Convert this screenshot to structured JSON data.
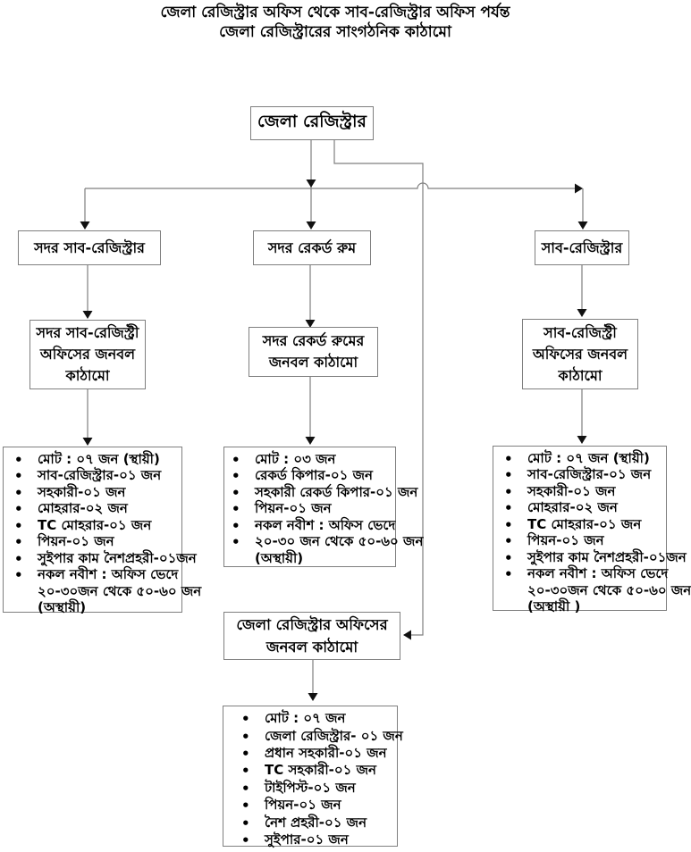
{
  "page": {
    "title": "জেলা রেজিস্ট্রার অফিস থেকে সাব-রেজিস্ট্রার অফিস পর্যন্ত\nজেলা রেজিস্ট্রারের সাংগঠনিক কাঠামো"
  },
  "colors": {
    "background": "#ffffff",
    "text": "#000000",
    "box_border": "#7f7f7f",
    "connector_line": "#7f7f7f",
    "arrowhead": "#111111"
  },
  "boxes": {
    "district_registrar": "জেলা রেজিস্ট্রার",
    "sadar_sub_registrar": "সদর সাব-রেজিস্ট্রার",
    "sadar_record_room": "সদর রেকর্ড রুম",
    "sub_registrar": "সাব-রেজিস্ট্রার",
    "sadar_sub_registry_staff": "সদর সাব-রেজিস্ট্রী\nঅফিসের জনবল\nকাঠামো",
    "sadar_record_room_staff": "সদর রেকর্ড রুমের\nজনবল কাঠামো",
    "sub_registry_staff": "সাব-রেজিস্ট্রী\nঅফিসের জনবল\nকাঠামো",
    "district_registrar_office_staff": "জেলা রেজিস্ট্রার অফিসের\nজনবল কাঠামো"
  },
  "lists": {
    "sadar_sub_registry": {
      "lines": [
        {
          "bullet": true,
          "text": "মোট : ০৭ জন (স্থায়ী)"
        },
        {
          "bullet": true,
          "text": "সাব-রেজিস্ট্রার-০১ জন"
        },
        {
          "bullet": true,
          "text": "সহকারী-০১ জন"
        },
        {
          "bullet": true,
          "text": "মোহরার-০২ জন"
        },
        {
          "bullet": true,
          "text": "TC মোহরার-০১ জন"
        },
        {
          "bullet": true,
          "text": "পিয়ন-০১ জন"
        },
        {
          "bullet": true,
          "text": "সুইপার কাম নৈশপ্রহরী-০১জন"
        },
        {
          "bullet": true,
          "text": "নকল নবীশ : অফিস ভেদে"
        },
        {
          "bullet": false,
          "text": "২০-৩০জন থেকে ৫০-৬০ জন"
        },
        {
          "bullet": false,
          "text": "(অস্থায়ী)"
        }
      ]
    },
    "sadar_record_room": {
      "lines": [
        {
          "bullet": true,
          "text": "মোট : ০৩ জন"
        },
        {
          "bullet": true,
          "text": "রেকর্ড কিপার-০১ জন"
        },
        {
          "bullet": true,
          "text": "সহকারী রেকর্ড কিপার-০১ জন"
        },
        {
          "bullet": true,
          "text": "পিয়ন-০১ জন"
        },
        {
          "bullet": true,
          "text": "নকল নবীশ : অফিস ভেদে"
        },
        {
          "bullet": true,
          "text": "২০-৩০ জন থেকে ৫০-৬০ জন"
        },
        {
          "bullet": false,
          "text": "(অস্থায়ী)"
        }
      ]
    },
    "sub_registry": {
      "lines": [
        {
          "bullet": true,
          "text": "মোট : ০৭ জন (স্থায়ী)"
        },
        {
          "bullet": true,
          "text": "সাব-রেজিস্ট্রার-০১ জন"
        },
        {
          "bullet": true,
          "text": "সহকারী-০১ জন"
        },
        {
          "bullet": true,
          "text": "মোহরার-০২ জন"
        },
        {
          "bullet": true,
          "text": "TC মোহরার-০১ জন"
        },
        {
          "bullet": true,
          "text": "পিয়ন-০১ জন"
        },
        {
          "bullet": true,
          "text": "সুইপার কাম নৈশপ্রহরী-০১জন"
        },
        {
          "bullet": true,
          "text": "নকল নবীশ : অফিস ভেদে"
        },
        {
          "bullet": false,
          "text": "২০-৩০জন থেকে ৫০-৬০ জন"
        },
        {
          "bullet": false,
          "text": "(অস্থায়ী )"
        }
      ]
    },
    "district_registrar_office": {
      "lines": [
        {
          "bullet": true,
          "text": "মোট : ০৭ জন"
        },
        {
          "bullet": true,
          "text": "জেলা রেজিস্ট্রার- ০১ জন"
        },
        {
          "bullet": true,
          "text": "প্রধান সহকারী-০১ জন"
        },
        {
          "bullet": true,
          "text": "TC সহকারী-০১ জন"
        },
        {
          "bullet": true,
          "text": "টাইপিস্ট-০১ জন"
        },
        {
          "bullet": true,
          "text": "পিয়ন-০১ জন"
        },
        {
          "bullet": true,
          "text": "নৈশ প্রহরী-০১ জন"
        },
        {
          "bullet": true,
          "text": "সুইপার-০১ জন"
        }
      ]
    }
  }
}
